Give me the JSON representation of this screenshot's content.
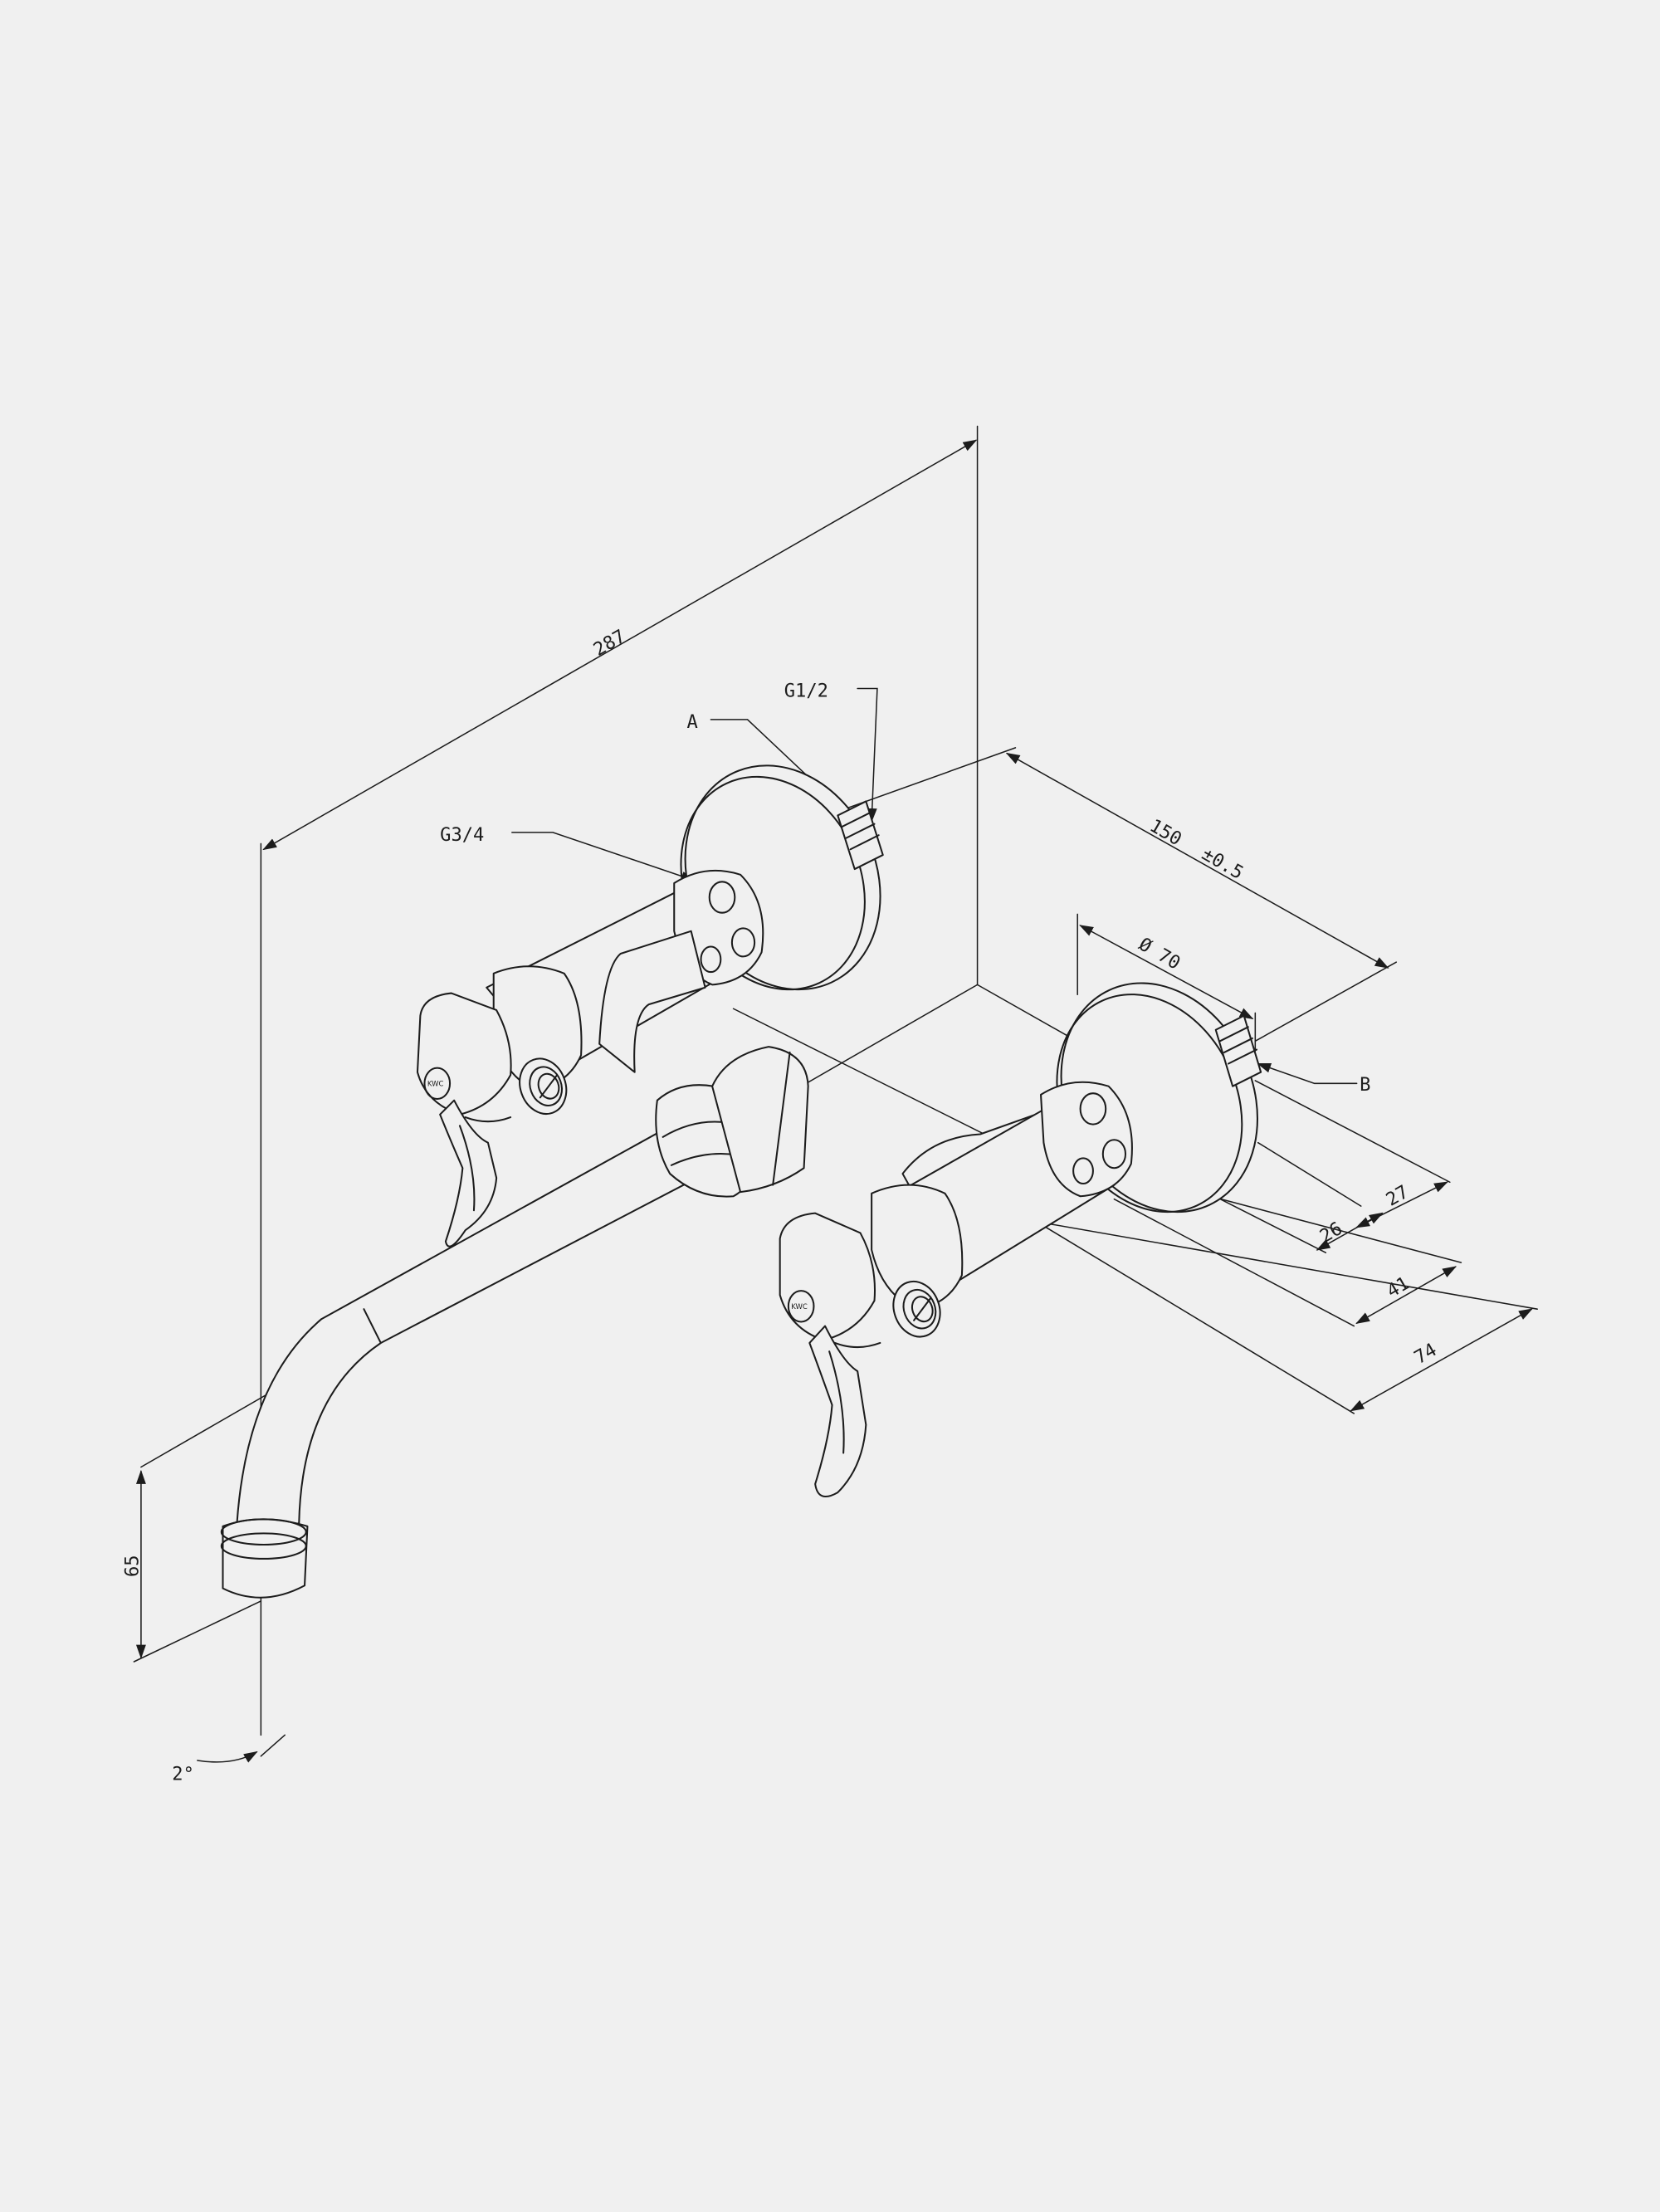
{
  "dimensions": {
    "overall_length": "287",
    "center_distance": "150",
    "center_tolerance": "±0.5",
    "rosette_diameter": "Ø 70",
    "depth_a": "26",
    "depth_b": "27",
    "depth_c": "41",
    "depth_d": "74",
    "spout_height": "65",
    "spout_angle": "2°"
  },
  "callouts": {
    "inlet_a": "A",
    "inlet_b": "B",
    "thread_inlet": "G1/2",
    "thread_body": "G3/4"
  },
  "branding": {
    "handle_badge": "KWC"
  }
}
